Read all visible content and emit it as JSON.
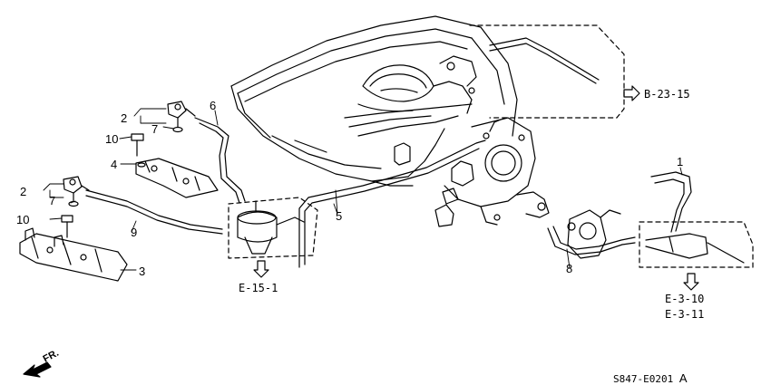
{
  "callouts": {
    "p1": "1",
    "p2a": "2",
    "p2b": "2",
    "p3": "3",
    "p4": "4",
    "p5": "5",
    "p6": "6",
    "p7a": "7",
    "p7b": "7",
    "p8": "8",
    "p9": "9",
    "p10a": "10",
    "p10b": "10"
  },
  "references": {
    "b_23_15": "B-23-15",
    "e_15_1": "E-15-1",
    "e_3_10": "E-3-10",
    "e_3_11": "E-3-11"
  },
  "direction_label": "FR.",
  "diagram_code": "S847-E0201",
  "diagram_code_suffix": "A",
  "colors": {
    "line": "#000000",
    "background": "#ffffff"
  }
}
